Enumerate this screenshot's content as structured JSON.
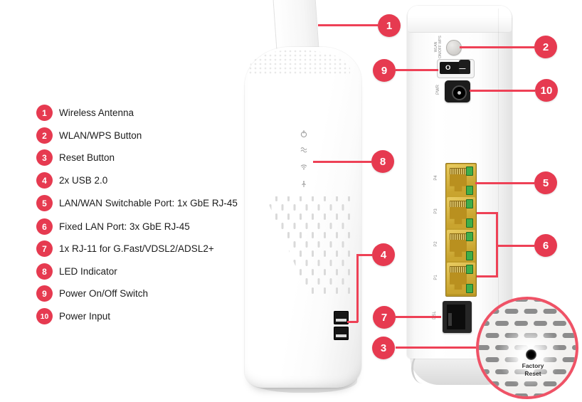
{
  "colors": {
    "accent_red": "#e63a50",
    "line_red": "#ee4156",
    "inset_ring_red": "#ef5266",
    "port_yellow": "#d9b13a",
    "led_green": "#3fae49"
  },
  "legend": {
    "items": [
      {
        "num": "1",
        "label": "Wireless Antenna"
      },
      {
        "num": "2",
        "label": "WLAN/WPS Button"
      },
      {
        "num": "3",
        "label": "Reset Button"
      },
      {
        "num": "4",
        "label": "2x USB 2.0"
      },
      {
        "num": "5",
        "label": "LAN/WAN Switchable Port: 1x GbE RJ-45"
      },
      {
        "num": "6",
        "label": "Fixed LAN Port: 3x GbE RJ-45"
      },
      {
        "num": "7",
        "label": "1x RJ-11 for G.Fast/VDSL2/ADSL2+"
      },
      {
        "num": "8",
        "label": "LED Indicator"
      },
      {
        "num": "9",
        "label": "Power On/Off Switch"
      },
      {
        "num": "10",
        "label": "Power Input"
      }
    ]
  },
  "callouts": {
    "n1": "1",
    "n2": "2",
    "n3": "3",
    "n4": "4",
    "n5": "5",
    "n6": "6",
    "n7": "7",
    "n8": "8",
    "n9": "9",
    "n10": "10"
  },
  "back_panel": {
    "wps_line1": "WLAN",
    "wps_line2": "ON/OFF",
    "wps_line3": "WPS",
    "switch_off_symbol": "O",
    "switch_on_symbol": "—",
    "pwr_label": "PWR",
    "port_labels": [
      "P4",
      "P3",
      "P2",
      "P1"
    ],
    "dsl_label": "DSL"
  },
  "side_panel": {
    "led_icons": [
      "power-led-icon",
      "dsl-led-icon",
      "wifi-led-icon",
      "usb-led-icon"
    ],
    "usb_port_count": "2"
  },
  "inset": {
    "label_line1": "Factory",
    "label_line2": "Reset"
  }
}
